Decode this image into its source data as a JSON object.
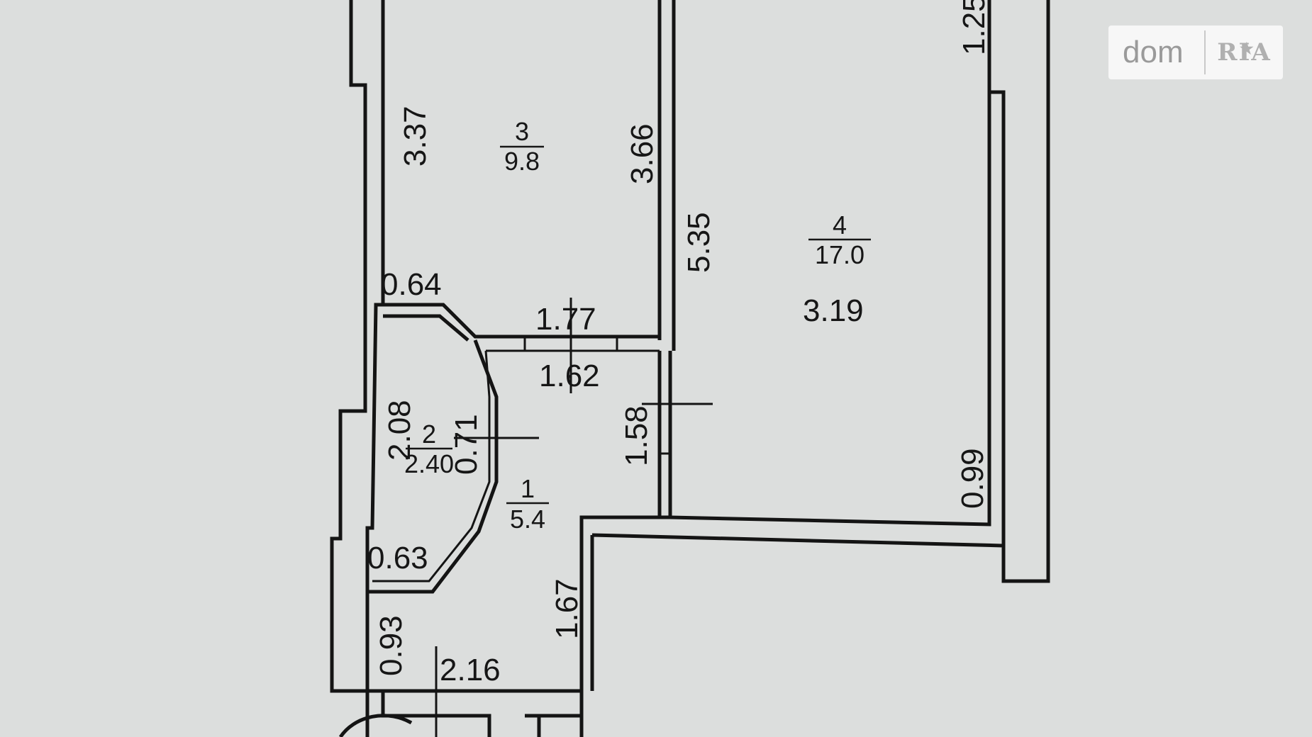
{
  "rooms": [
    {
      "id": "3",
      "number": "3",
      "area": "9.8"
    },
    {
      "id": "4",
      "number": "4",
      "area": "17.0"
    },
    {
      "id": "2",
      "number": "2",
      "area": "2.40"
    },
    {
      "id": "1",
      "number": "1",
      "area": "5.4"
    }
  ],
  "dimensions": {
    "d_337": "3.37",
    "d_366": "3.66",
    "d_535": "5.35",
    "d_125": "1.25",
    "d_064": "0.64",
    "d_177": "1.77",
    "d_319": "3.19",
    "d_162": "1.62",
    "d_208": "2.08",
    "d_071": "0.71",
    "d_158": "1.58",
    "d_099": "0.99",
    "d_063": "0.63",
    "d_167": "1.67",
    "d_093": "0.93",
    "d_216": "2.16"
  },
  "watermark": {
    "text": "dom",
    "logo": "RIA"
  }
}
